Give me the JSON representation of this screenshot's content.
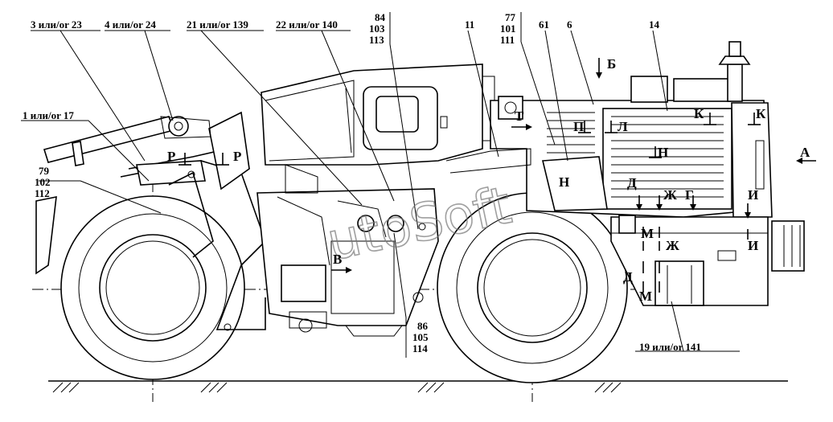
{
  "callouts": {
    "c1": "1 или/or 17",
    "c3": "3 или/or 23",
    "c4": "4 или/or 24",
    "c21": "21 или/or 139",
    "c22": "22 или/or 140",
    "c19": "19 или/or 141",
    "s79": "79",
    "s102": "102",
    "s112": "112",
    "s84": "84",
    "s103": "103",
    "s113": "113",
    "s77": "77",
    "s101": "101",
    "s111": "111",
    "s86": "86",
    "s105": "105",
    "s114": "114",
    "n11": "11",
    "n61": "61",
    "n6": "6",
    "n14": "14"
  },
  "view_letters": {
    "A": "А",
    "B": "Б",
    "V": "В",
    "G": "Г",
    "D": "Д",
    "Zh": "Ж",
    "I": "И",
    "K": "К",
    "L": "Л",
    "M": "М",
    "N": "Н",
    "P": "П",
    "R": "Р",
    "T": "Т"
  },
  "watermark": "utoSoft"
}
